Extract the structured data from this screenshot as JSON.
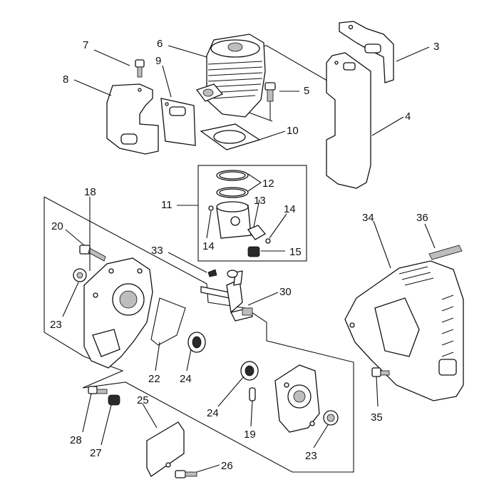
{
  "diagram": {
    "colors": {
      "ink": "#111111",
      "paper": "#ffffff",
      "shade": "#bdbdbd"
    },
    "callouts": {
      "c1": "7",
      "c2": "6",
      "c3": "9",
      "c4": "8",
      "c5": "3",
      "c6": "5",
      "c7": "4",
      "c8": "10",
      "c9": "12",
      "c10": "13",
      "c11": "11",
      "c12": "14",
      "c13": "14",
      "c14": "15",
      "c15": "18",
      "c16": "20",
      "c17": "33",
      "c18": "30",
      "c19": "34",
      "c20": "36",
      "c21": "23",
      "c22": "22",
      "c23": "24",
      "c24": "24",
      "c25": "19",
      "c26": "23",
      "c27": "25",
      "c28": "28",
      "c29": "27",
      "c30": "26",
      "c31": "35"
    }
  }
}
